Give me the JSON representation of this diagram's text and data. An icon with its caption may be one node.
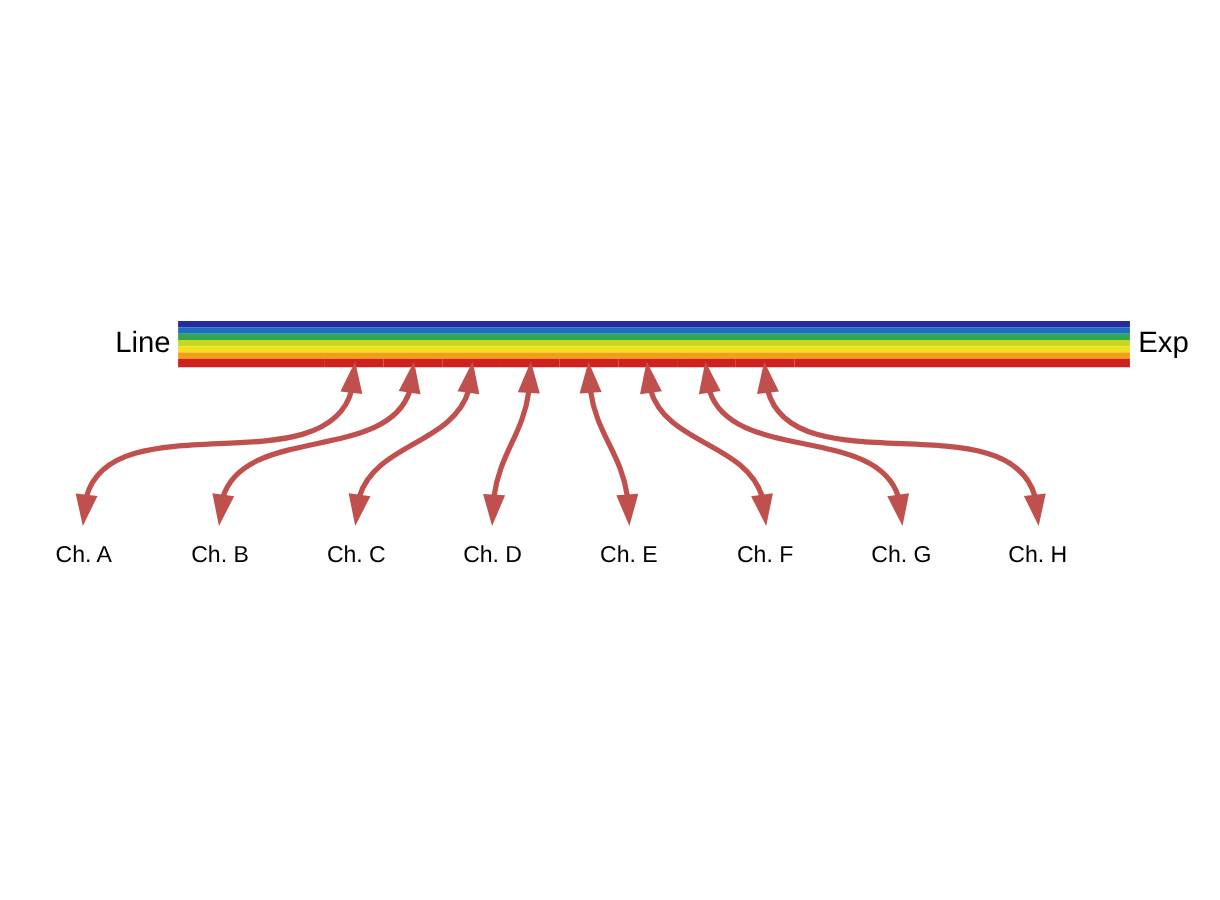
{
  "diagram": {
    "nodes": [
      {
        "text": [],
        "shape": "bar",
        "beside": [
          "Line",
          "Exp"
        ]
      },
      {
        "text": [
          "Ch. A"
        ]
      },
      {
        "text": [
          "Ch. B"
        ]
      },
      {
        "text": [
          "Ch. C"
        ]
      },
      {
        "text": [
          "Ch. D"
        ]
      },
      {
        "text": [
          "Ch. E"
        ]
      },
      {
        "text": [
          "Ch. F"
        ]
      },
      {
        "text": [
          "Ch. G"
        ]
      },
      {
        "text": [
          "Ch. H"
        ]
      }
    ],
    "edges": [
      {
        "from": 0,
        "to": 1,
        "arrow": "both"
      },
      {
        "from": 0,
        "to": 2,
        "arrow": "both"
      },
      {
        "from": 0,
        "to": 3,
        "arrow": "both"
      },
      {
        "from": 0,
        "to": 4,
        "arrow": "both"
      },
      {
        "from": 0,
        "to": 5,
        "arrow": "both"
      },
      {
        "from": 0,
        "to": 6,
        "arrow": "both"
      },
      {
        "from": 0,
        "to": 7,
        "arrow": "both"
      },
      {
        "from": 0,
        "to": 8,
        "arrow": "both"
      }
    ]
  }
}
